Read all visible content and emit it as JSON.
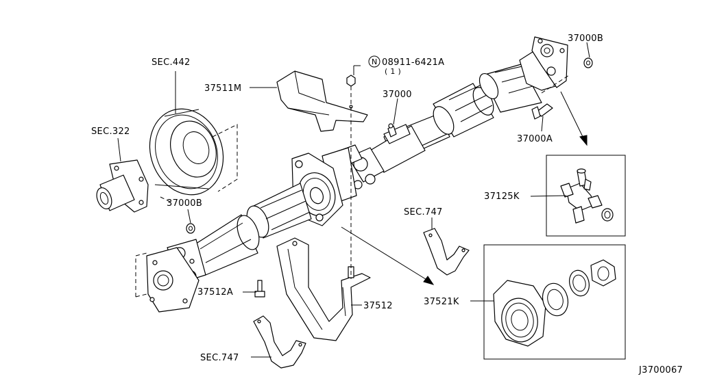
{
  "diagram_id": "J3700067",
  "callouts": {
    "sec442": "SEC.442",
    "sec322": "SEC.322",
    "p37511M": "37511M",
    "nut_symbol": "N",
    "nut_part": "08911-6421A",
    "nut_qty": "( 1 )",
    "p37000": "37000",
    "p37000B_top": "37000B",
    "p37000A": "37000A",
    "p37000B_left": "37000B",
    "p37125K": "37125K",
    "sec747_mid": "SEC.747",
    "p37521K": "37521K",
    "p37512A": "37512A",
    "p37512": "37512",
    "sec747_bottom": "SEC.747"
  }
}
